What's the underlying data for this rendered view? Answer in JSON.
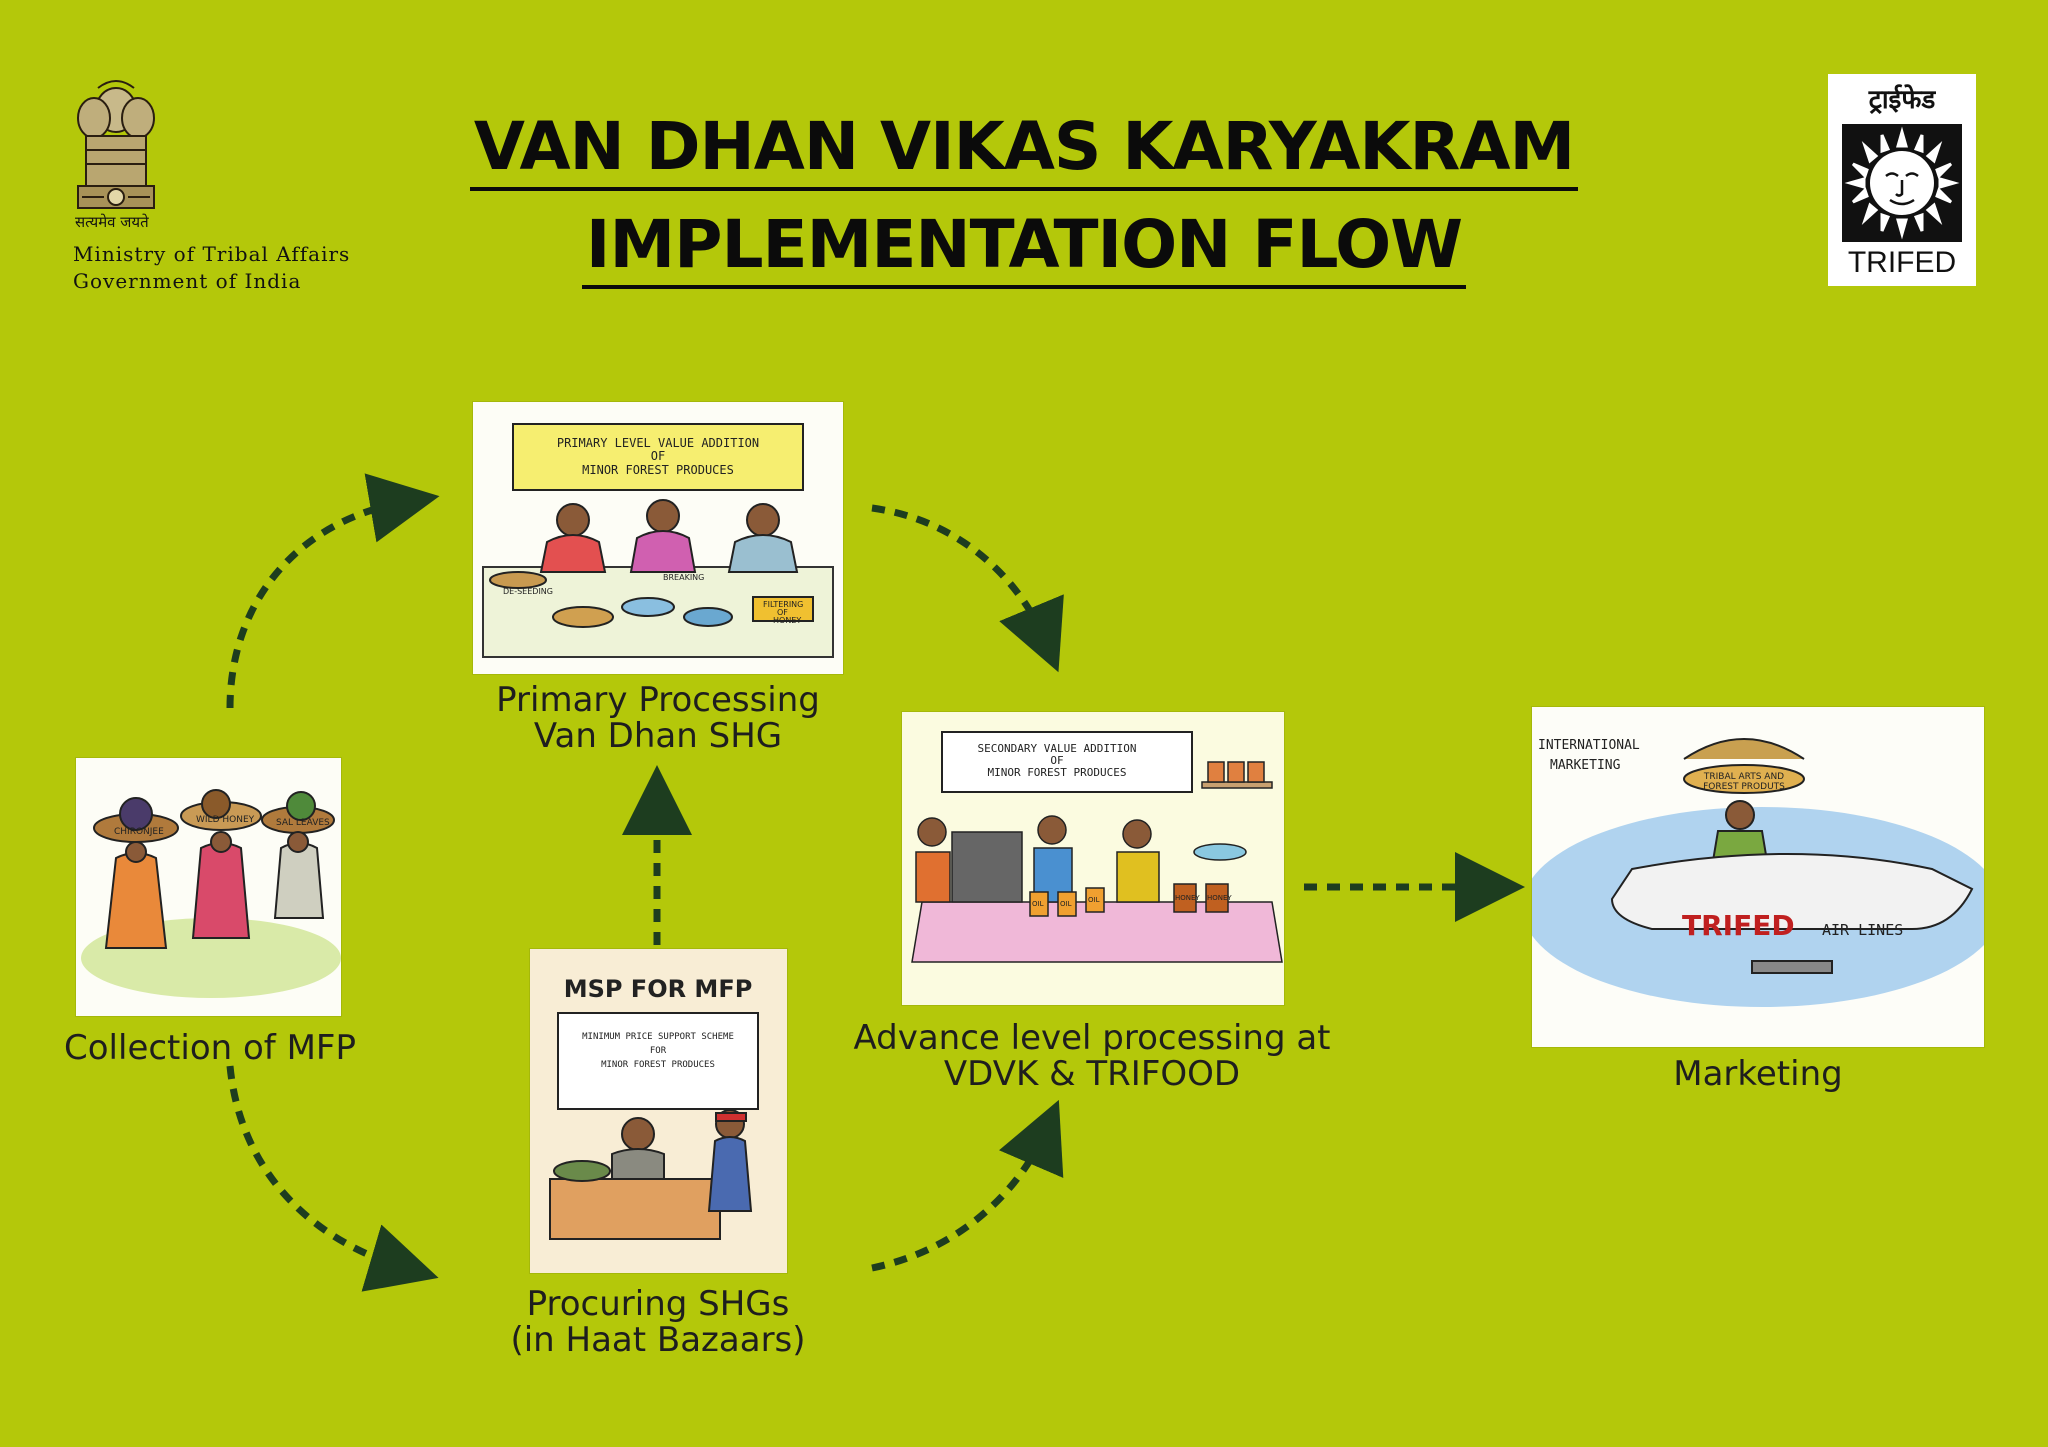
{
  "header": {
    "title_line1": "VAN DHAN VIKAS KARYAKRAM",
    "title_line2": "IMPLEMENTATION FLOW",
    "emblem_motto": "सत्यमेव जयते",
    "ministry_line1": "Ministry of Tribal Affairs",
    "ministry_line2": "Government of India",
    "trifed_hindi": "ट्राईफेड",
    "trifed_name": "TRIFED"
  },
  "steps": {
    "collection": {
      "label": "Collection of MFP",
      "icon": "women-carrying-baskets",
      "basket_labels": [
        "CHIRONJEE",
        "WILD HONEY",
        "SAL LEAVES"
      ]
    },
    "primary": {
      "label_line1": "Primary Processing",
      "label_line2": "Van Dhan SHG",
      "banner": [
        "PRIMARY LEVEL VALUE ADDITION",
        "OF",
        "MINOR FOREST PRODUCES"
      ],
      "tags": [
        "DE-SEEDING",
        "BREAKING",
        "FILTERING",
        "OF",
        "HONEY"
      ]
    },
    "procuring": {
      "label_line1": "Procuring SHGs",
      "label_line2": "(in Haat Bazaars)",
      "heading": "MSP FOR MFP",
      "banner": [
        "MINIMUM PRICE SUPPORT SCHEME",
        "FOR",
        "MINOR FOREST PRODUCES"
      ]
    },
    "advance": {
      "label_line1": "Advance level processing at",
      "label_line2": "VDVK & TRIFOOD",
      "banner": [
        "SECONDARY VALUE ADDITION",
        "OF",
        "MINOR FOREST PRODUCES"
      ],
      "jar_tags": [
        "OIL",
        "OIL",
        "OIL",
        "HONEY",
        "HONEY"
      ]
    },
    "marketing": {
      "label": "Marketing",
      "caption_line1": "INTERNATIONAL",
      "caption_line2": "MARKETING",
      "basket": [
        "TRIBAL ARTS AND",
        "FOREST PRODUTS"
      ],
      "plane_brand": "TRIFED",
      "plane_suffix": "AIR LINES"
    }
  },
  "colors": {
    "background": "#b4c80a",
    "arrow": "#1d3d1f",
    "text": "#1e1e1e"
  }
}
